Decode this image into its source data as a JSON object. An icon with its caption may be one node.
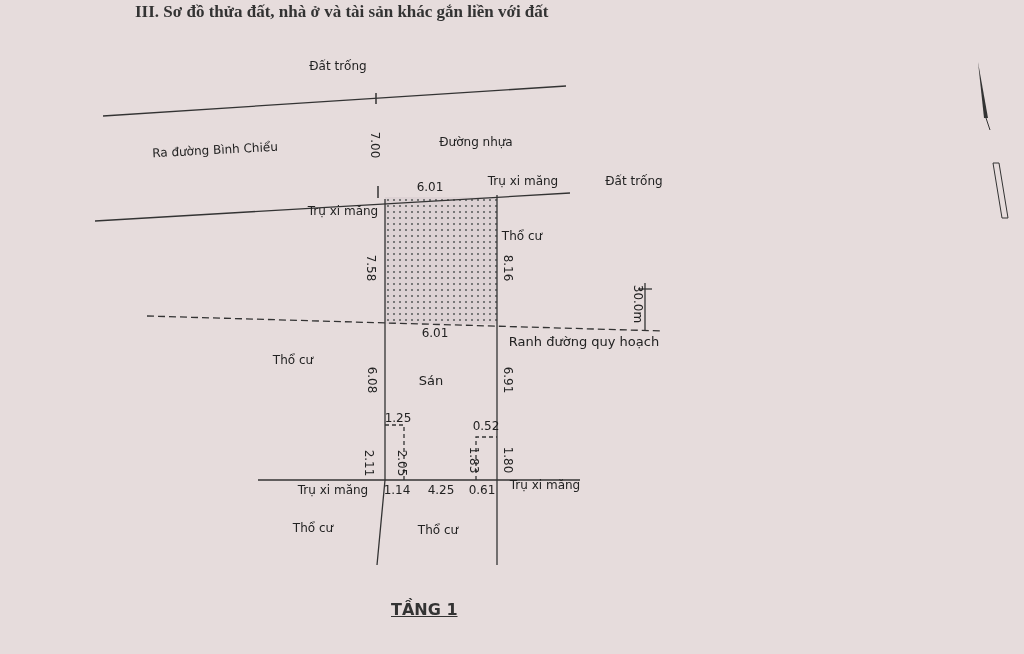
{
  "diagram": {
    "title": "III. Sơ đồ thửa đất, nhà ở và tài sản khác gắn liền với đất",
    "caption": "TẦNG 1",
    "nodes": [
      {
        "text": [],
        "shape": "box"
      }
    ],
    "labels": [
      "Đất trống",
      "Ra đường Bình Chiểu",
      "7.00",
      "Đường nhựa",
      "6.01",
      "Trụ xi măng",
      "Đất trống",
      "Trụ xi măng",
      "Thổ cư",
      "7.58",
      "8.16",
      "30.0m",
      "6.01",
      "Ranh đường quy hoạch",
      "Thổ cư",
      "Sán",
      "6.08",
      "6.91",
      "1.25",
      "0.52",
      "2.11",
      "2.05",
      "1.83",
      "1.80",
      "Trụ xi măng",
      "1.14",
      "4.25",
      "0.61",
      "Trụ xi măng",
      "Thổ cư",
      "Thổ cư"
    ]
  }
}
